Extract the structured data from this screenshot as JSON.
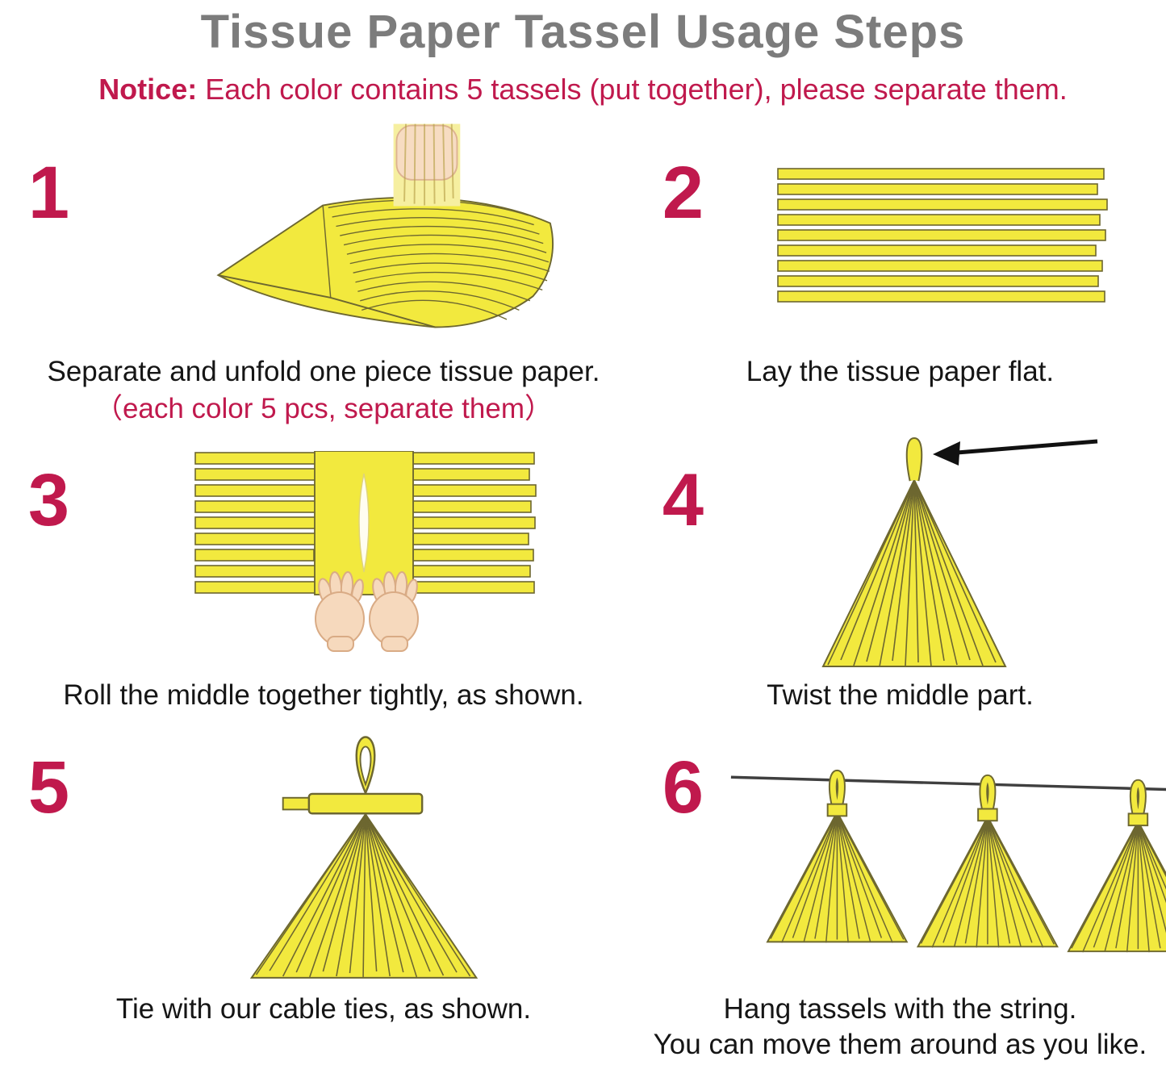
{
  "page": {
    "title": "Tissue Paper Tassel Usage Steps",
    "notice": {
      "label": "Notice:",
      "text": "Each color contains 5 tassels (put together), please separate them."
    }
  },
  "steps": [
    {
      "number": "1",
      "caption": "Separate and unfold one piece tissue paper.",
      "subcaption": "（each color 5 pcs, separate them）"
    },
    {
      "number": "2",
      "caption": "Lay the tissue paper flat."
    },
    {
      "number": "3",
      "caption": "Roll the middle together tightly, as shown."
    },
    {
      "number": "4",
      "caption": "Twist the middle part."
    },
    {
      "number": "5",
      "caption": "Tie with our cable ties, as shown."
    },
    {
      "number": "6",
      "caption": "Hang tassels with the string.",
      "caption2": "You can move them around as you like."
    }
  ],
  "colors": {
    "accent": "#c0194d",
    "title_gray": "#7c7c7c",
    "tassel_yellow": "#f2e93e",
    "outline": "#6d6730",
    "text": "#151515",
    "skin": "#f7dcc2"
  }
}
